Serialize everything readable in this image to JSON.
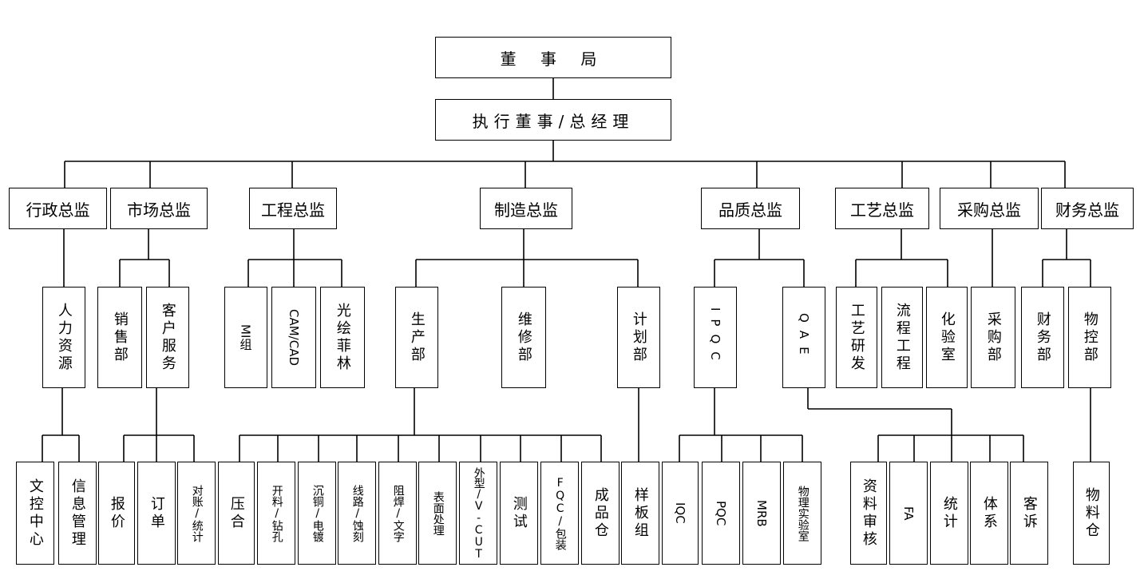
{
  "org": {
    "board": "董 事 局",
    "executive": "执行董事/总经理",
    "directors": [
      "行政总监",
      "市场总监",
      "工程总监",
      "制造总监",
      "品质总监",
      "工艺总监",
      "采购总监",
      "财务总监"
    ],
    "departments": {
      "admin": [
        "人力资源"
      ],
      "market": [
        "销售部",
        "客户服务"
      ],
      "engineering": [
        "MI组",
        "CAM/CAD",
        "光绘菲林"
      ],
      "manufacturing": [
        "生产部",
        "维修部",
        "计划部"
      ],
      "quality": [
        "IPQC",
        "QAE"
      ],
      "process": [
        "工艺研发",
        "流程工程",
        "化验室"
      ],
      "purchasing": [
        "采购部"
      ],
      "finance": [
        "财务部",
        "物控部"
      ]
    },
    "units": {
      "hr": [
        "文控中心",
        "信息管理"
      ],
      "customer_service": [
        "报价",
        "订单",
        "对账/统计"
      ],
      "production": [
        "压合",
        "开料/钻孔",
        "沉铜/电镀",
        "线路/蚀刻",
        "阻焊/文字",
        "表面处理",
        "外型/V-CUT",
        "测试",
        "FQC/包装",
        "成品仓"
      ],
      "planning": [
        "样板组"
      ],
      "ipqc": [
        "IQC",
        "PQC",
        "MRB",
        "物理实验室"
      ],
      "qae": [
        "资料审核",
        "FA",
        "统计",
        "体系",
        "客诉"
      ],
      "material_control": [
        "物料仓"
      ]
    }
  }
}
